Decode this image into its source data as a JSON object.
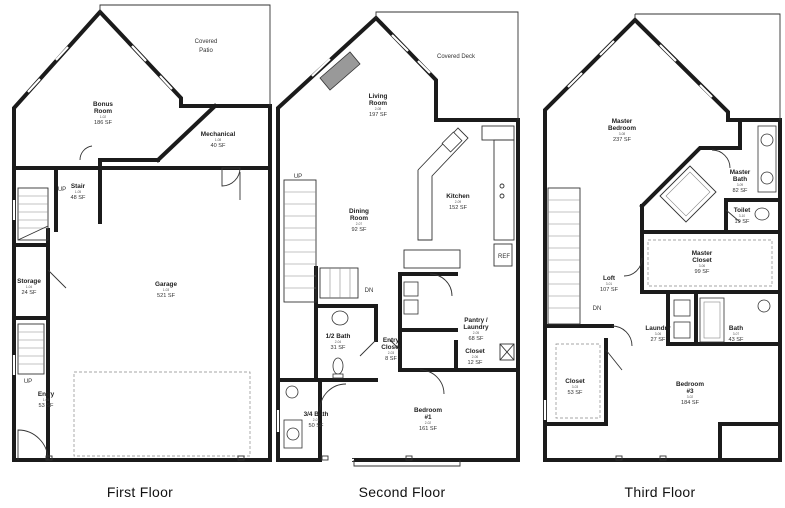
{
  "floors": [
    {
      "title": "First Floor",
      "rooms": [
        {
          "name": [
            "Bonus",
            "Room"
          ],
          "code": "1-02",
          "sf": "186 SF"
        },
        {
          "name": [
            "Mechanical"
          ],
          "code": "1-08",
          "sf": "40 SF"
        },
        {
          "name": [
            "Stair"
          ],
          "code": "1-05",
          "sf": "48 SF"
        },
        {
          "name": [
            "Storage"
          ],
          "code": "1-04",
          "sf": "24 SF"
        },
        {
          "name": [
            "Garage"
          ],
          "code": "1-03",
          "sf": "521 SF"
        },
        {
          "name": [
            "Entry"
          ],
          "code": "1-01",
          "sf": "53 SF"
        }
      ],
      "labels": [
        "Covered",
        "Patio",
        "UP",
        "UP"
      ]
    },
    {
      "title": "Second Floor",
      "rooms": [
        {
          "name": [
            "Living",
            "Room"
          ],
          "code": "2-08",
          "sf": "197 SF"
        },
        {
          "name": [
            "Kitchen"
          ],
          "code": "2-09",
          "sf": "152 SF"
        },
        {
          "name": [
            "Dining",
            "Room"
          ],
          "code": "2-07",
          "sf": "92 SF"
        },
        {
          "name": [
            "Pantry /",
            "Laundry"
          ],
          "code": "2-05",
          "sf": "68 SF"
        },
        {
          "name": [
            "1/2 Bath"
          ],
          "code": "2-04",
          "sf": "31 SF"
        },
        {
          "name": [
            "Entry",
            "Closet"
          ],
          "code": "2-03",
          "sf": "8 SF"
        },
        {
          "name": [
            "Closet"
          ],
          "code": "2-06",
          "sf": "12 SF"
        },
        {
          "name": [
            "3/4 Bath"
          ],
          "code": "2-01",
          "sf": "50 SF"
        },
        {
          "name": [
            "Bedroom",
            "#1"
          ],
          "code": "2-02",
          "sf": "161 SF"
        }
      ],
      "labels": [
        "Covered Deck",
        "UP",
        "DN",
        "REF"
      ]
    },
    {
      "title": "Third Floor",
      "rooms": [
        {
          "name": [
            "Master",
            "Bedroom"
          ],
          "code": "3-08",
          "sf": "237 SF"
        },
        {
          "name": [
            "Master",
            "Bath"
          ],
          "code": "3-09",
          "sf": "82 SF"
        },
        {
          "name": [
            "Toilet"
          ],
          "code": "3-10",
          "sf": "19 SF"
        },
        {
          "name": [
            "Master",
            "Closet"
          ],
          "code": "3-06",
          "sf": "99 SF"
        },
        {
          "name": [
            "Loft"
          ],
          "code": "3-01",
          "sf": "107 SF"
        },
        {
          "name": [
            "Laundry"
          ],
          "code": "3-06",
          "sf": "27 SF"
        },
        {
          "name": [
            "Bath"
          ],
          "code": "3-07",
          "sf": "43 SF"
        },
        {
          "name": [
            "Closet"
          ],
          "code": "3-03",
          "sf": "53 SF"
        },
        {
          "name": [
            "Bedroom",
            "#3"
          ],
          "code": "3-02",
          "sf": "184 SF"
        }
      ],
      "labels": [
        "DN"
      ]
    }
  ],
  "colors": {
    "wall": "#1b1b1b",
    "line": "#333333",
    "text": "#222222"
  }
}
